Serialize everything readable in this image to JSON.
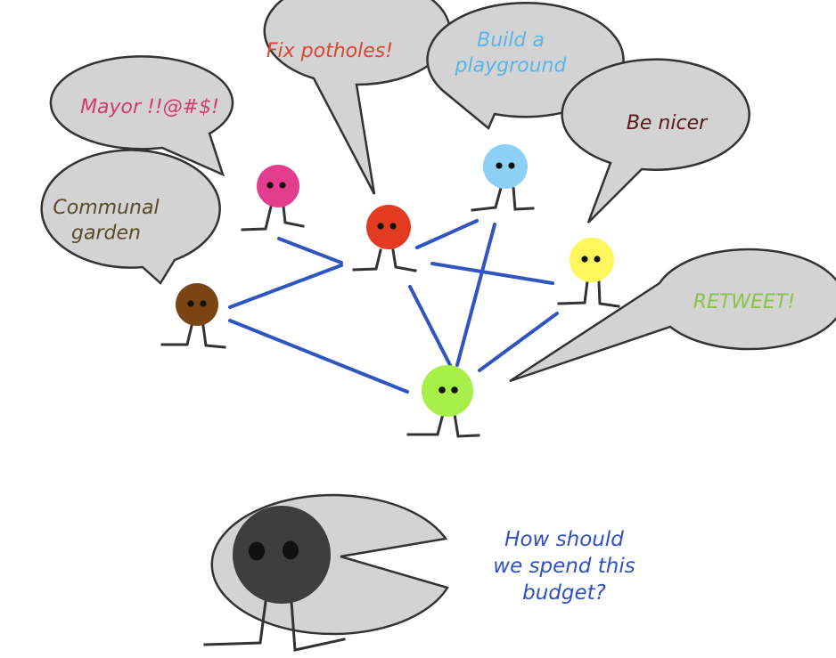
{
  "colors": {
    "bubble_fill": "#d3d3d3",
    "link": "#2f55c0",
    "person_pink": "#e33d8e",
    "person_red": "#e23b22",
    "person_blue": "#8dd0f5",
    "person_yellow": "#fff65b",
    "person_brown": "#7b4413",
    "person_green": "#a8f049",
    "person_dark": "#3e3e3e"
  },
  "bubbles": {
    "mayor": {
      "lines": [
        "Mayor !!@#$!"
      ],
      "color": "#d6396f"
    },
    "potholes": {
      "lines": [
        "Fix potholes!"
      ],
      "color": "#dd4433"
    },
    "playground": {
      "lines": [
        "Build a",
        "playground"
      ],
      "color": "#5ab6e6"
    },
    "nicer": {
      "lines": [
        "Be nicer"
      ],
      "color": "#5a1818"
    },
    "garden": {
      "lines": [
        "Communal",
        "garden"
      ],
      "color": "#5a4a2a"
    },
    "retweet": {
      "lines": [
        "RETWEET!"
      ],
      "color": "#8bc34a"
    },
    "budget": {
      "lines": [
        "How should",
        "we spend this",
        "budget?"
      ],
      "color": "#2f4fc8"
    }
  }
}
